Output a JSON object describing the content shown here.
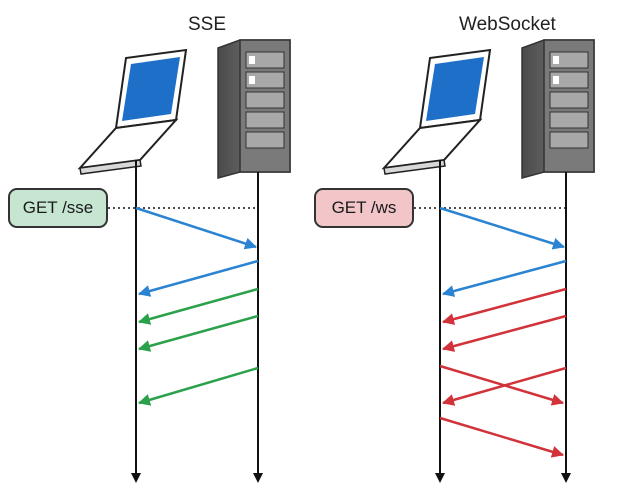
{
  "panels": {
    "sse": {
      "title": "SSE",
      "request_label": "GET /sse"
    },
    "websocket": {
      "title": "WebSocket",
      "request_label": "GET /ws"
    }
  },
  "colors": {
    "request": "#2a84d2",
    "sse_push": "#2aa14a",
    "ws_message": "#d2333a",
    "sse_badge_fill": "#c6e6d2",
    "ws_badge_fill": "#f2c6c8",
    "line": "#111111"
  },
  "icons": [
    "laptop-icon",
    "server-icon"
  ]
}
